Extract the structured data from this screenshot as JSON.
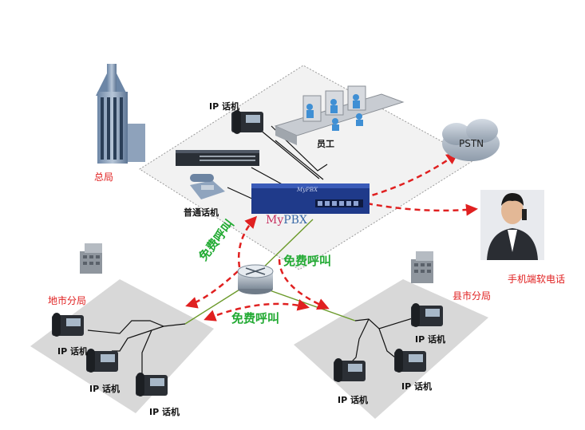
{
  "labels": {
    "hq": "总局",
    "employees": "员工",
    "ip_phone": "IP 话机",
    "analog_phone": "普通话机",
    "city_branch": "地市分局",
    "county_branch": "县市分局",
    "mobile_softphone": "手机端软电话",
    "pstn": "PSTN",
    "free_call": "免费呼叫",
    "pbx_brand_prefix": "My",
    "pbx_brand_suffix": "PBX",
    "pbx_panel_brand": "MyPBX"
  },
  "colors": {
    "zone_fill": "#d8d8d8",
    "zone_border": "#9a9a9a",
    "red_link": "#e02020",
    "green_link": "#6b9a2a",
    "label_red": "#e02020",
    "label_green": "#22aa33"
  },
  "icons": [
    "building-icon",
    "cloud-icon",
    "router-icon",
    "switch-icon",
    "pbx-icon",
    "ip-phone-icon",
    "analog-phone-icon",
    "office-cubicle-icon",
    "person-icon"
  ]
}
